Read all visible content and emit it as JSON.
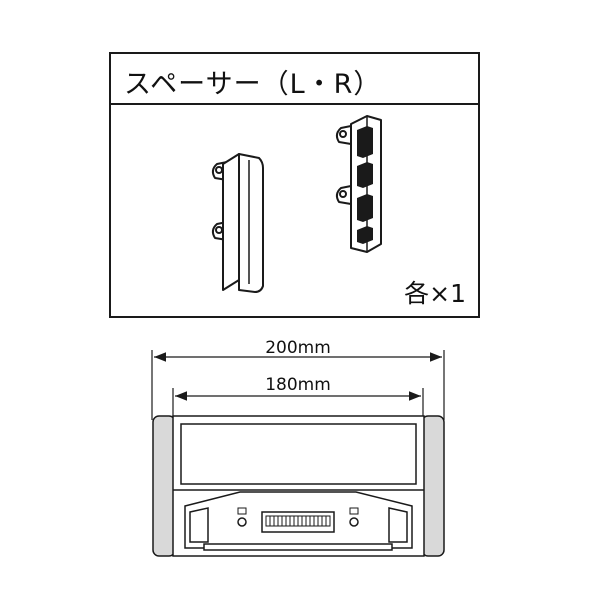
{
  "parts_box": {
    "title": "スペーサー（L・R）",
    "quantity": "各×1"
  },
  "dimensions": {
    "overall_width": "200mm",
    "inner_width": "180mm"
  }
}
